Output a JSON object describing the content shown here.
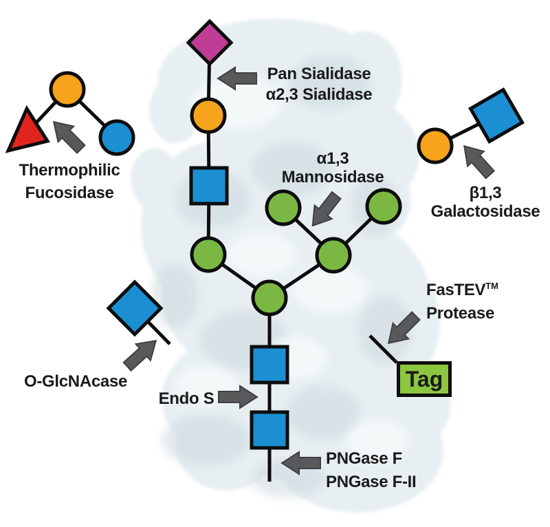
{
  "colors": {
    "background": "#ffffff",
    "protein_blob": "#e8eff2",
    "protein_shadow": "#ccd9de",
    "protein_highlight": "#f6fafb",
    "outline": "#0d0d0d",
    "text": "#1a1a1a",
    "arrow_fill": "#58595b",
    "arrow_stroke": "#3f4042",
    "sialic_acid_purple": "#c03d96",
    "galactose_orange": "#f7a31c",
    "glcnac_blue": "#1b8fd2",
    "mannose_green": "#7ab843",
    "fucose_red": "#e2241f",
    "tag_green": "#8cc63f"
  },
  "labels": {
    "pan_sialidase": {
      "line1": "Pan Sialidase",
      "line2": "α2,3 Sialidase"
    },
    "thermophilic_fucosidase": {
      "line1": "Thermophilic",
      "line2": "Fucosidase"
    },
    "b13_galactosidase": {
      "line1": "β1,3",
      "line2": "Galactosidase"
    },
    "a13_mannosidase": {
      "line1": "α1,3",
      "line2": "Mannosidase"
    },
    "o_glcnacase": {
      "line1": "O-GlcNAcase"
    },
    "endo_s": {
      "line1": "Endo S"
    },
    "fastev_protease": {
      "brand": "FasTEV",
      "trademark": "TM",
      "line2": "Protease"
    },
    "pngase": {
      "line1": "PNGase F",
      "line2": "PNGase F-II"
    },
    "tag_box": {
      "label": "Tag"
    }
  }
}
